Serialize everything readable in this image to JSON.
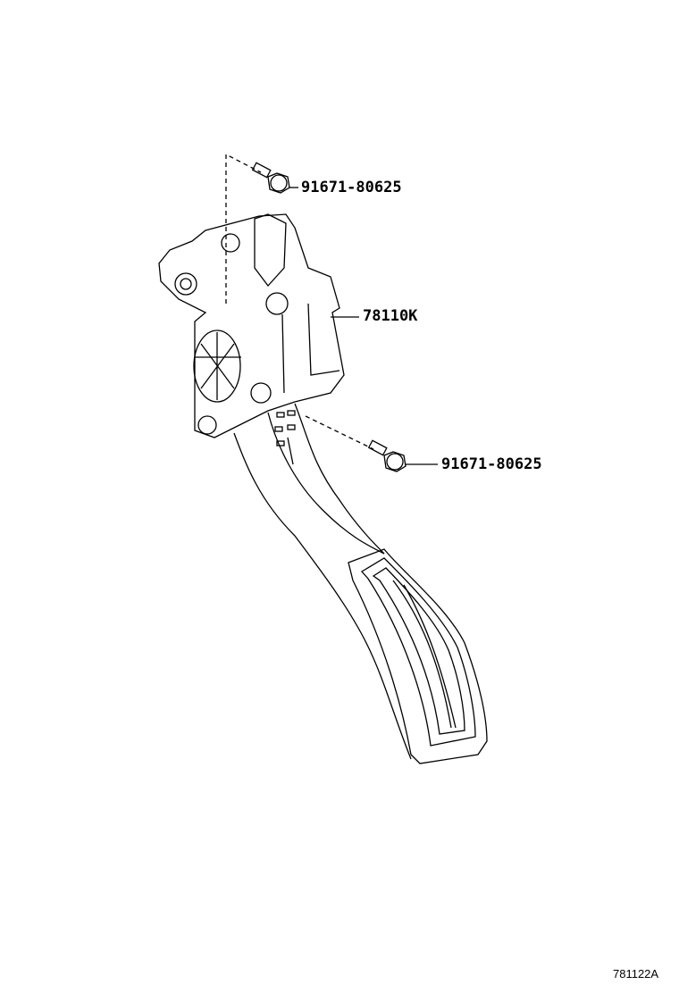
{
  "callouts": {
    "bolt_upper": "91671-80625",
    "pedal_assembly": "78110K",
    "bolt_lower": "91671-80625"
  },
  "figure_ref": "781122A"
}
